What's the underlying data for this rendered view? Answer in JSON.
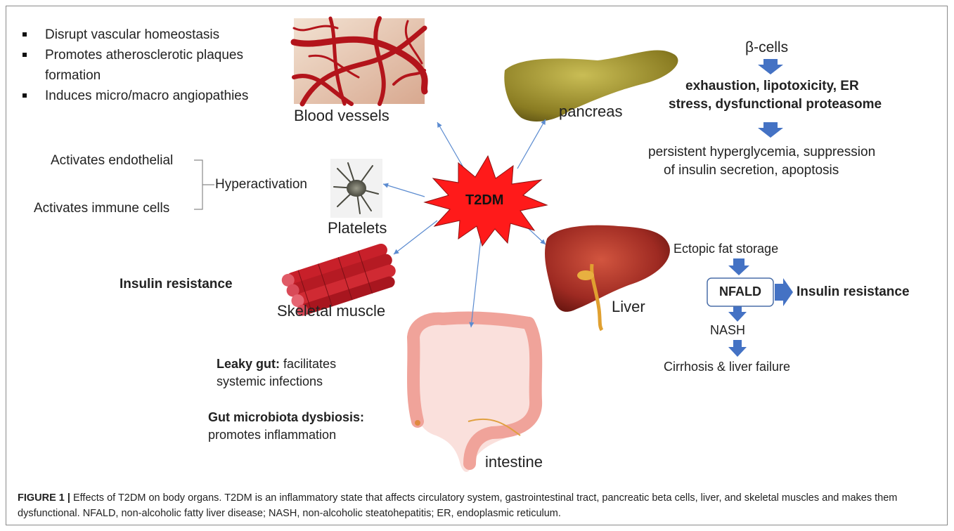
{
  "blood_vessels": {
    "bullets": [
      "Disrupt vascular homeostasis",
      "Promotes atherosclerotic plaques formation",
      "Induces micro/macro angiopathies"
    ],
    "label": "Blood vessels"
  },
  "pancreas": {
    "label": "pancreas"
  },
  "beta_cells": {
    "title": "β-cells",
    "effect_line1": "exhaustion, lipotoxicity, ER",
    "effect_line2": "stress, dysfunctional proteasome",
    "outcome_line1": "persistent hyperglycemia, suppression",
    "outcome_line2": "of insulin secretion, apoptosis"
  },
  "platelets": {
    "activates_endothelial": "Activates endothelial",
    "activates_immune": "Activates immune cells",
    "hyperactivation": "Hyperactivation",
    "label": "Platelets"
  },
  "center": {
    "label": "T2DM"
  },
  "skeletal_muscle": {
    "effect": "Insulin resistance",
    "label": "Skeletal muscle"
  },
  "liver": {
    "label": "Liver",
    "ectopic": "Ectopic fat storage",
    "nfald": "NFALD",
    "insulin_resistance": "Insulin resistance",
    "nash": "NASH",
    "cirrhosis": "Cirrhosis & liver failure"
  },
  "intestine": {
    "label": "intestine",
    "leaky_gut_title": "Leaky gut:",
    "leaky_gut_line1": " facilitates",
    "leaky_gut_line2": "systemic infections",
    "dysbiosis_title": "Gut microbiota dysbiosis:",
    "dysbiosis_line2": "promotes inflammation"
  },
  "caption": {
    "label": "FIGURE 1 |",
    "text": " Effects of T2DM on body organs. T2DM is an inflammatory state that affects circulatory system, gastrointestinal tract, pancreatic beta cells, liver, and skeletal muscles and makes them dysfunctional. NFALD, non-alcoholic fatty liver disease; NASH, non-alcoholic steatohepatitis; ER, endoplasmic reticulum."
  },
  "colors": {
    "star_fill": "#ff1a1a",
    "arrow_blue": "#4472c4",
    "connector_blue": "#5b8bd0",
    "muscle_red": "#c8202a",
    "liver_red": "#9e2a22",
    "intestine_pink": "#f0a39a",
    "pancreas_olive": "#9a8d2a"
  }
}
